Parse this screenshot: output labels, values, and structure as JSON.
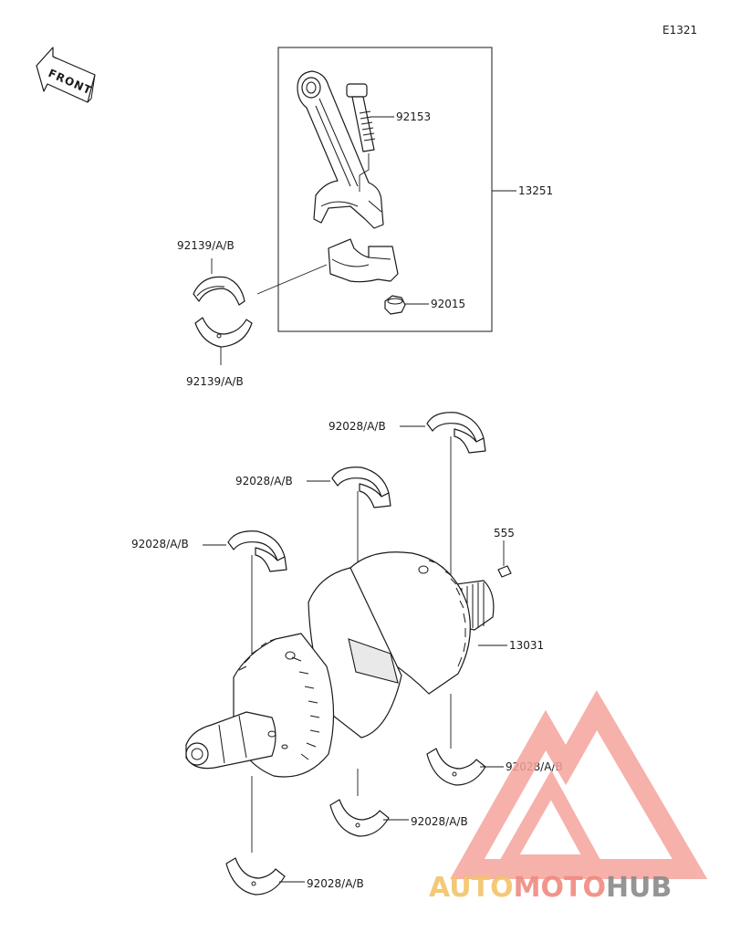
{
  "diagram": {
    "code": "E1321",
    "front_label": "FRONT",
    "labels": {
      "rod_bolt": "92153",
      "rod_assembly": "13251",
      "rod_bearing_top": "92139/A/B",
      "rod_bearing_bottom": "92139/A/B",
      "rod_nut": "92015",
      "main_bearing_1": "92028/A/B",
      "main_bearing_2": "92028/A/B",
      "main_bearing_3": "92028/A/B",
      "pin": "555",
      "crankshaft": "13031",
      "main_bearing_4": "92028/A/B",
      "main_bearing_5": "92028/A/B",
      "main_bearing_6": "92028/A/B"
    }
  },
  "watermark": {
    "part1": "AUTO",
    "part2": "MOTO",
    "part3": "HUB",
    "colors": {
      "auto": "#f2c46a",
      "moto": "#f08a80",
      "hub": "#8a8a8a",
      "logo": "#f4a49c"
    }
  }
}
